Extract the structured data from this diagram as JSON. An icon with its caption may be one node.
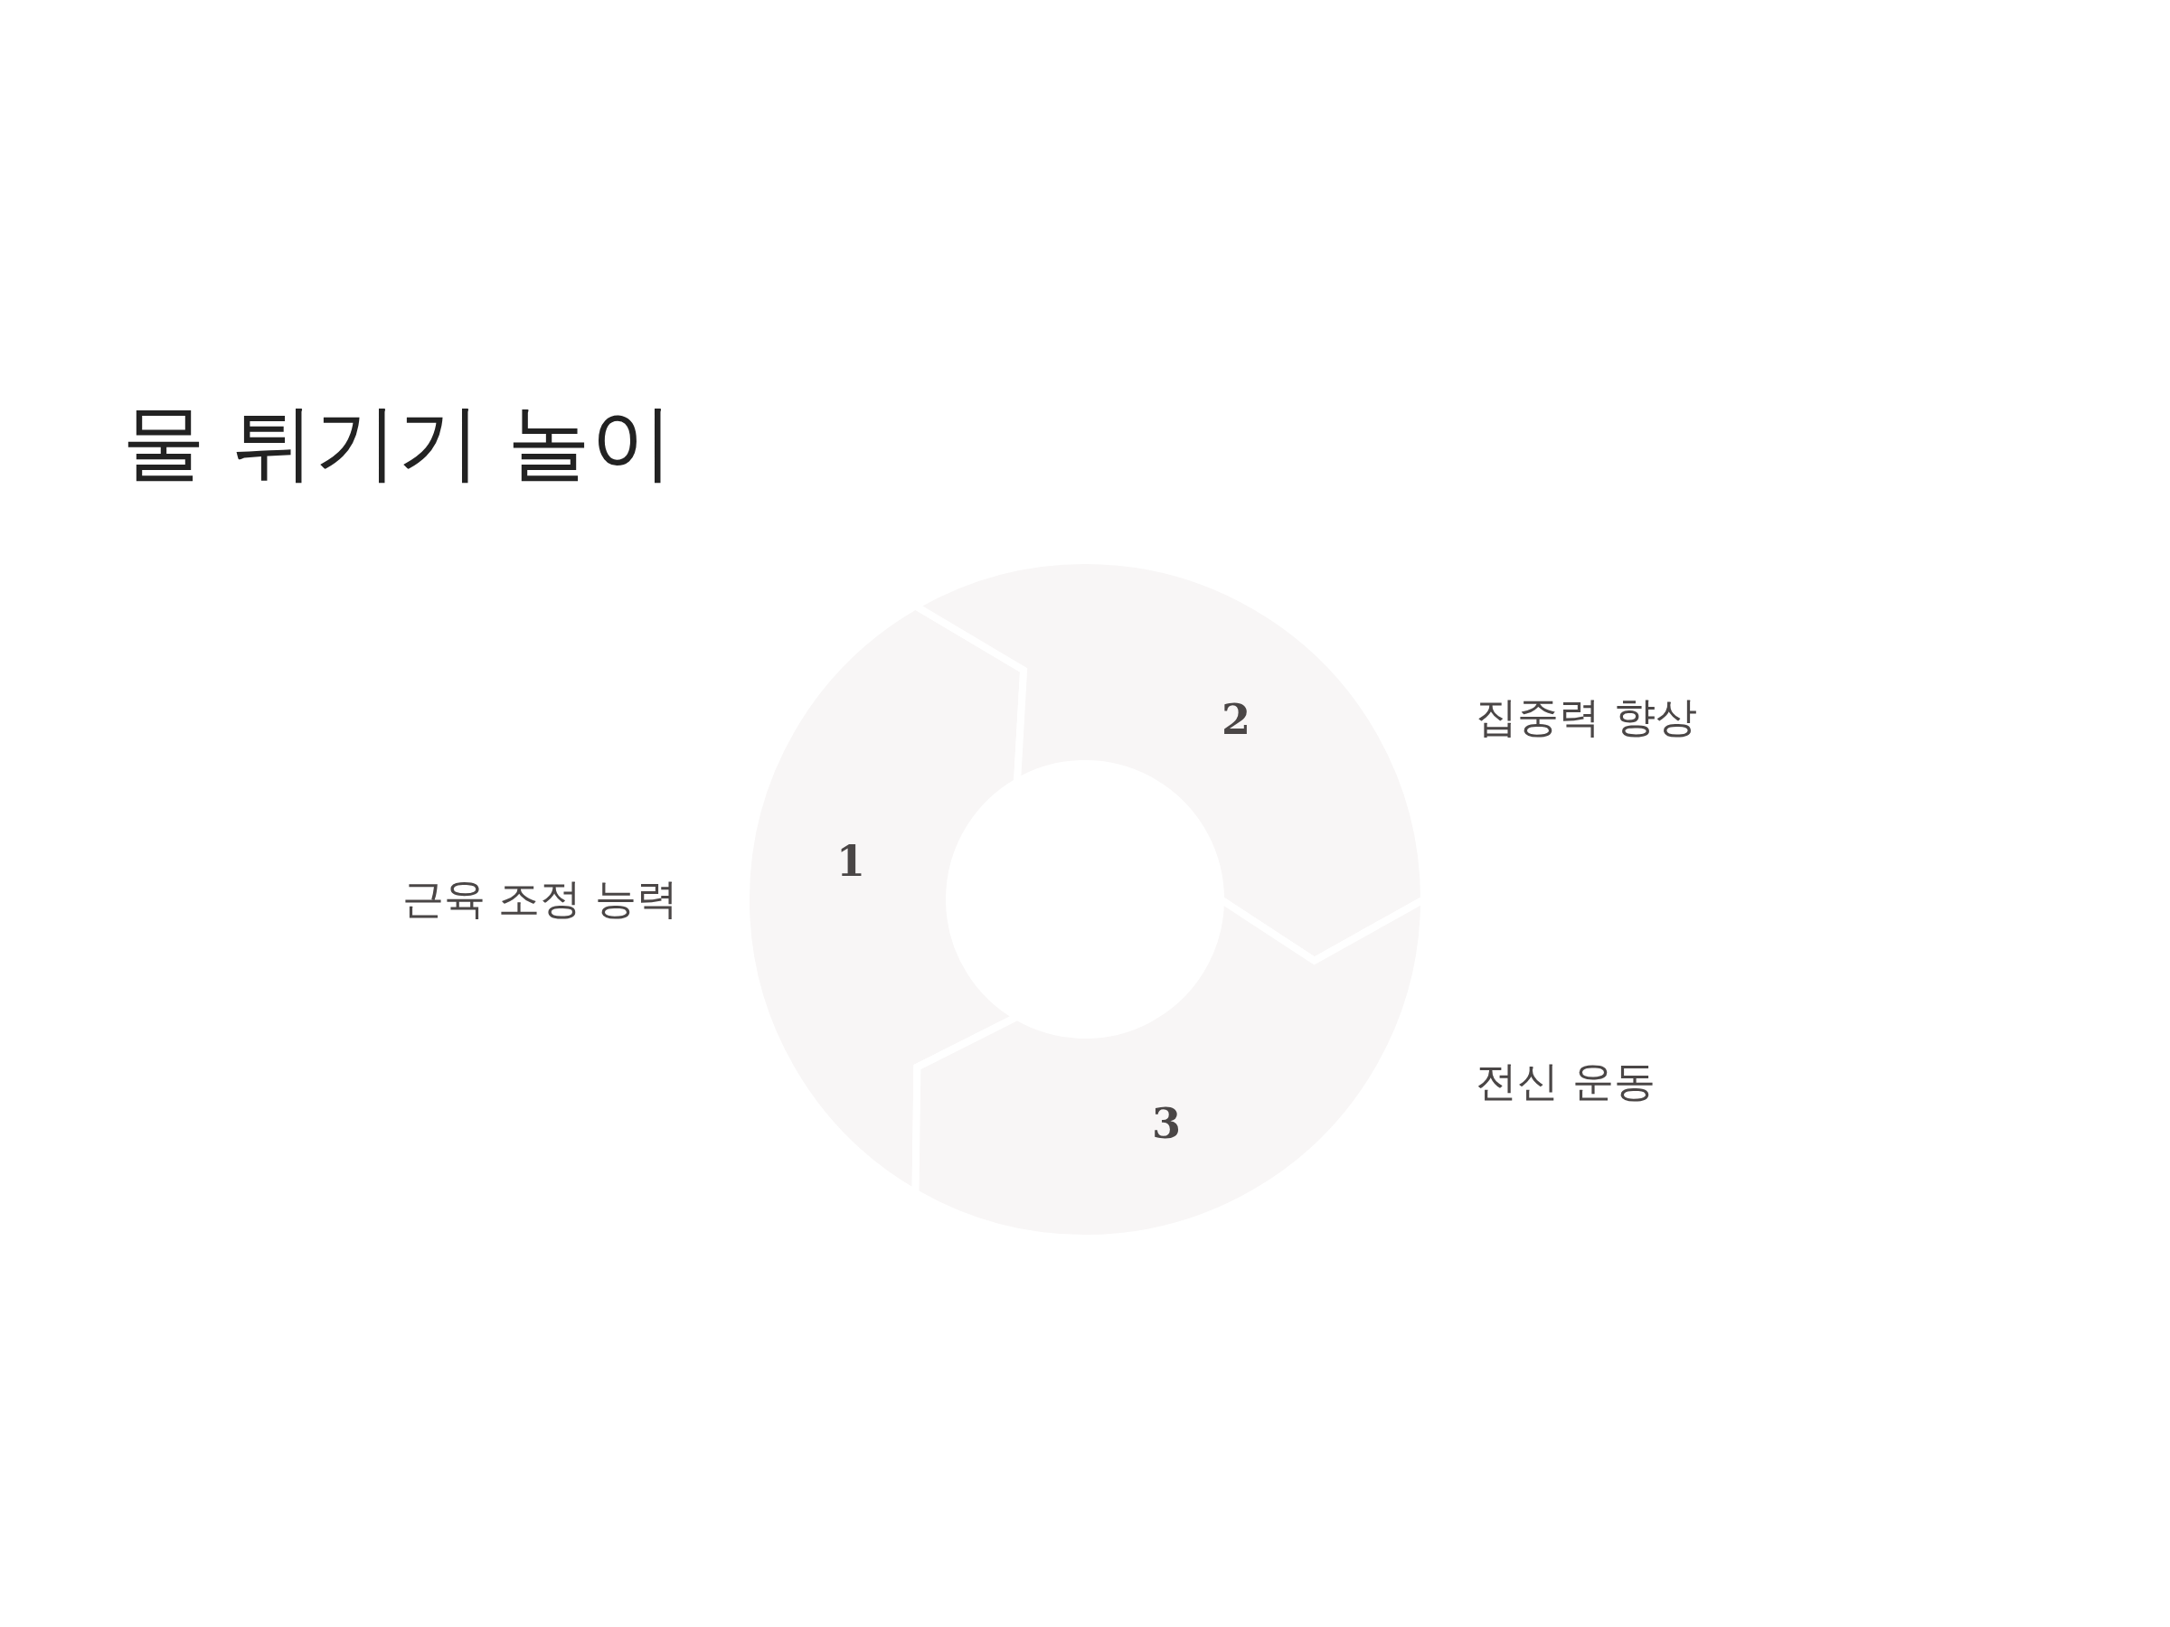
{
  "diagram": {
    "title": "물 튀기기 놀이",
    "nodes": [
      {
        "text": [
          "1"
        ],
        "beside": [
          "근육 조정 능력"
        ]
      },
      {
        "text": [
          "2"
        ],
        "beside": [
          "집중력 향상"
        ]
      },
      {
        "text": [
          "3"
        ],
        "beside": [
          "전신 운동"
        ]
      }
    ]
  }
}
